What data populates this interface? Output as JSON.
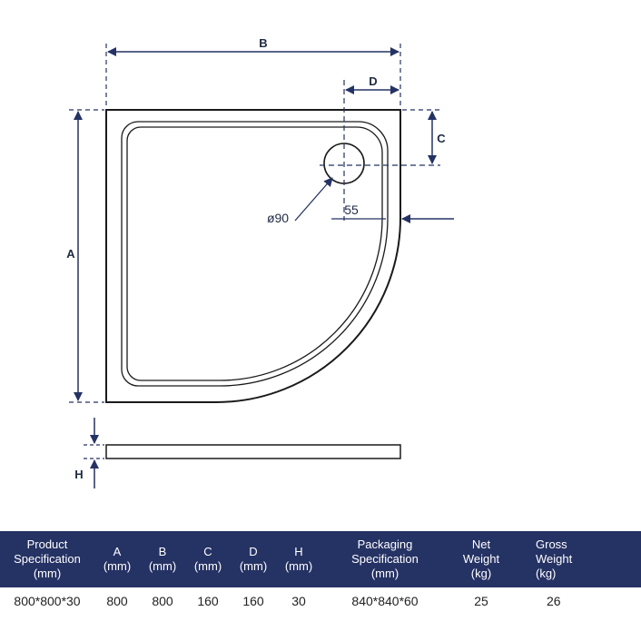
{
  "drawing": {
    "labels": {
      "B": "B",
      "D": "D",
      "C": "C",
      "A": "A",
      "H": "H",
      "waste_diameter": "ø90",
      "edge_offset": "55"
    }
  },
  "table": {
    "headers": [
      [
        "Product",
        "Specification",
        "(mm)"
      ],
      [
        "A",
        "(mm)"
      ],
      [
        "B",
        "(mm)"
      ],
      [
        "C",
        "(mm)"
      ],
      [
        "D",
        "(mm)"
      ],
      [
        "H",
        "(mm)"
      ],
      [
        "Packaging",
        "Specification",
        "(mm)"
      ],
      [
        "Net",
        "Weight",
        "(kg)"
      ],
      [
        "Gross",
        "Weight",
        "(kg)"
      ]
    ],
    "rows": [
      [
        "800*800*30",
        "800",
        "800",
        "160",
        "160",
        "30",
        "840*840*60",
        "25",
        "26"
      ]
    ]
  },
  "colors": {
    "navy": "#253264",
    "line": "#1f2a44"
  }
}
